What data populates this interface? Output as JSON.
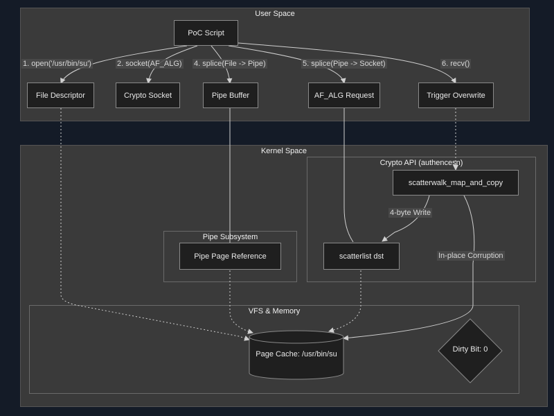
{
  "clusters": {
    "user_space": "User Space",
    "kernel_space": "Kernel Space",
    "crypto_api": "Crypto API (authencesn)",
    "pipe_subsystem": "Pipe Subsystem",
    "vfs_memory": "VFS & Memory"
  },
  "nodes": {
    "poc_script": "PoC Script",
    "file_descriptor": "File Descriptor",
    "crypto_socket": "Crypto Socket",
    "pipe_buffer": "Pipe Buffer",
    "af_alg_request": "AF_ALG Request",
    "trigger_overwrite": "Trigger Overwrite",
    "scatterwalk": "scatterwalk_map_and_copy",
    "pipe_page_reference": "Pipe Page Reference",
    "scatterlist_dst": "scatterlist dst",
    "page_cache": "Page Cache: /usr/bin/su",
    "dirty_bit": "Dirty Bit: 0"
  },
  "edges": {
    "open": "1. open('/usr/bin/su')",
    "socket": "2. socket(AF_ALG)",
    "splice_file": "4. splice(File -> Pipe)",
    "splice_pipe": "5. splice(Pipe -> Socket)",
    "recv": "6. recv()",
    "four_byte_write": "4-byte Write",
    "in_place_corruption": "In-place Corruption"
  },
  "colors": {
    "background": "#141b27",
    "cluster": "#3a3a3a",
    "node": "#1f1f1f",
    "line": "#d0d0d0"
  }
}
